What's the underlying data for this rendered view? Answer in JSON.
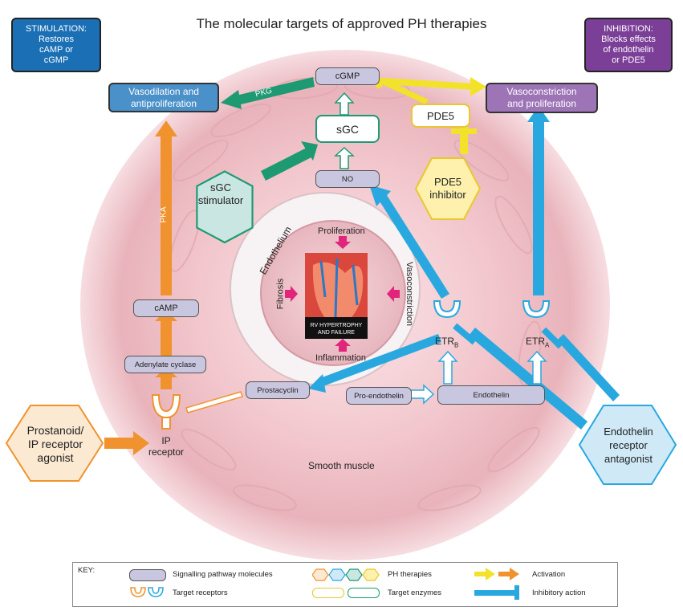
{
  "title": "The molecular targets of approved PH therapies",
  "stimulation": [
    "STIMULATION:",
    "Restores",
    "cAMP or",
    "cGMP"
  ],
  "inhibition": [
    "INHIBITION:",
    "Blocks effects",
    "of endothelin",
    "or PDE5"
  ],
  "outcomes": {
    "vasodilation": [
      "Vasodilation and",
      "antiproliferation"
    ],
    "vasoconstriction": [
      "Vasoconstriction",
      "and proliferation"
    ]
  },
  "molecules": {
    "cgmp": "cGMP",
    "no": "NO",
    "camp": "cAMP",
    "adenylate_cyclase": "Adenylate cyclase",
    "prostacyclin": "Prostacyclin",
    "pro_endothelin": "Pro-endothelin",
    "endothelin": "Endothelin"
  },
  "enzymes": {
    "sgc": "sGC",
    "pde5": "PDE5"
  },
  "therapies": {
    "sgc_stimulator": [
      "sGC",
      "stimulator"
    ],
    "pde5_inhibitor": [
      "PDE5",
      "inhibitor"
    ],
    "prostanoid": [
      "Prostanoid/",
      "IP receptor",
      "agonist"
    ],
    "era": [
      "Endothelin",
      "receptor",
      "antagonist"
    ]
  },
  "receptors": {
    "ip": [
      "IP",
      "receptor"
    ],
    "etrb": "ETR",
    "etrb_sub": "B",
    "etra": "ETR",
    "etra_sub": "A"
  },
  "arrow_labels": {
    "pkg": "PKG",
    "pka": "PKA"
  },
  "center": {
    "endothelium": "Endothelium",
    "proliferation": "Proliferation",
    "fibrosis": "Fibrosis",
    "vasoconstriction": "Vasoconstriction",
    "inflammation": "Inflammation",
    "rv": [
      "RV HYPERTROPHY",
      "AND FAILURE"
    ]
  },
  "smooth_muscle": "Smooth muscle",
  "key": {
    "label": "KEY:",
    "signalling": "Signalling pathway molecules",
    "therapies": "PH therapies",
    "activation": "Activation",
    "receptors": "Target receptors",
    "enzymes": "Target enzymes",
    "inhibitory": "Inhibitory action"
  },
  "colors": {
    "stimulation": "#1b6fb5",
    "inhibition": "#7b3f98",
    "vasodilation": "#4a90c9",
    "vasoconstriction": "#9d74b6",
    "activation_yellow": "#f2e22a",
    "activation_orange": "#f0932e",
    "inhibitory_blue": "#29a8e0",
    "green": "#1d9a72",
    "molecule": "#c9c6df",
    "sgc_hex": "#c9e6e2",
    "pde5_hex": "#fdf1ad",
    "prostanoid_hex": "#fbe9d2",
    "era_hex": "#cfeaf6"
  }
}
